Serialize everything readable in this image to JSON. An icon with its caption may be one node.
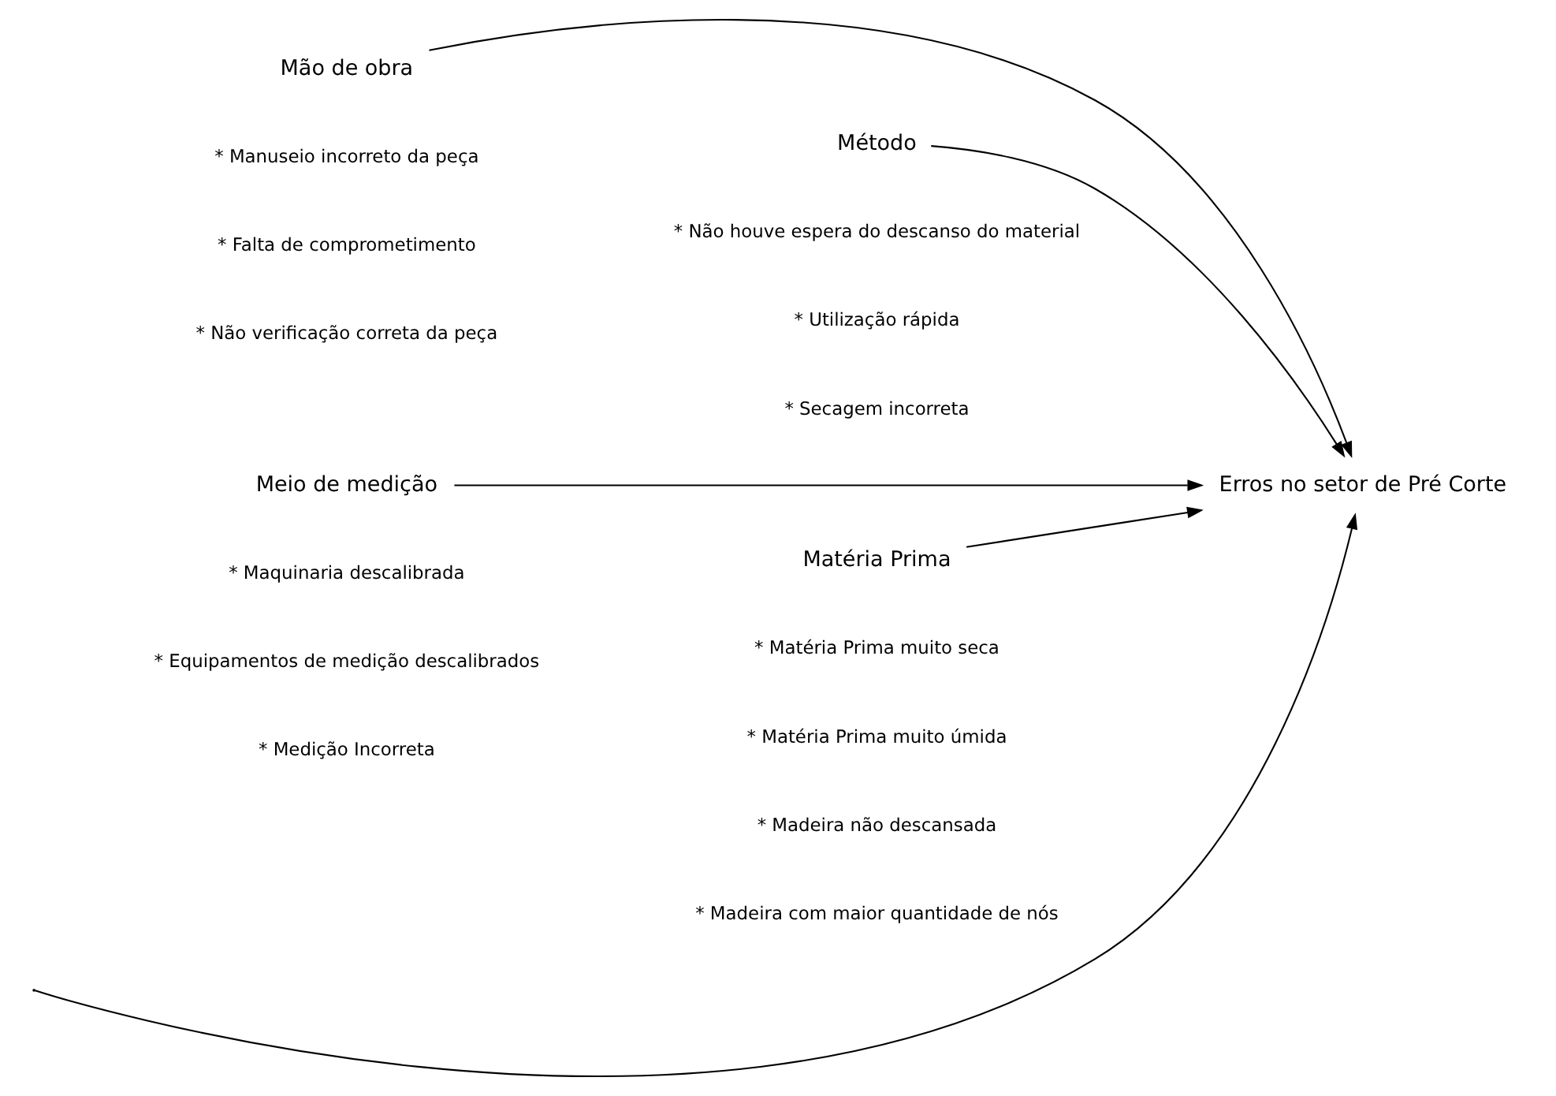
{
  "diagram": {
    "nodes": [
      {
        "text": [
          "Mão de obra"
        ]
      },
      {
        "text": [
          "Método"
        ]
      },
      {
        "text": [
          "Erros no setor de Pré Corte"
        ]
      },
      {
        "text": [
          "Meio de medição"
        ]
      },
      {
        "text": [
          "Matéria Prima"
        ]
      }
    ],
    "edges": [
      {
        "from": null,
        "to": 2,
        "arrow": "to"
      },
      {
        "from": 0,
        "to": 2,
        "arrow": "to"
      },
      {
        "from": 1,
        "to": 2,
        "arrow": "to"
      },
      {
        "from": 3,
        "to": 2,
        "arrow": "to"
      },
      {
        "from": 4,
        "to": 2,
        "arrow": "to"
      }
    ],
    "labels": [
      "* Manuseio incorreto da peça",
      "* Falta de comprometimento",
      "* Não verificação correta da peça",
      "* Não houve espera do descanso do material",
      "* Utilização rápida",
      "* Secagem incorreta",
      "* Maquinaria descalibrada",
      "* Equipamentos de medição descalibrados",
      "* Medição Incorreta",
      "* Matéria Prima muito seca",
      "* Matéria Prima muito úmida",
      "* Madeira não descansada",
      "* Madeira com maior quantidade de nós"
    ]
  }
}
